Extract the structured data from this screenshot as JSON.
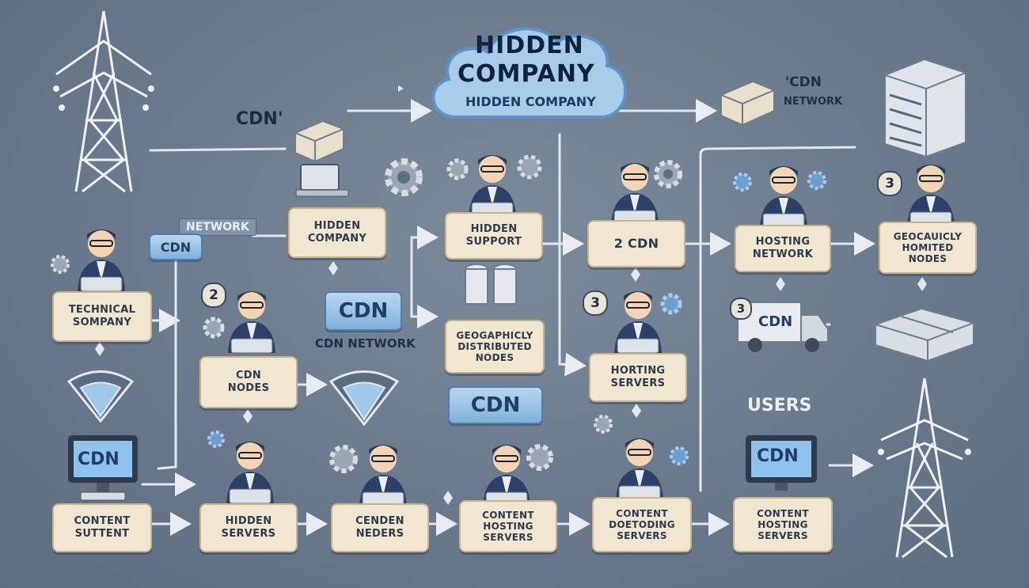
{
  "cloud": {
    "title_line1": "HIDDEN",
    "title_line2": "COMPANY",
    "subtitle": "HIDDEN COMPANY"
  },
  "labels": {
    "cdn_top_left": "CDN'",
    "cdn_network_top_right_1": "'CDN",
    "cdn_network_top_right_2": "NETWORK",
    "network_tag": "NETWORK",
    "network_tag_small": "NETWORK",
    "cdn_tag": "CDN",
    "cdn_network_caption": "CDN NETWORK",
    "users": "USERS"
  },
  "numbers": {
    "n2_left": "2",
    "n3_mid": "3",
    "n3_truck": "3",
    "n3_right": "3"
  },
  "pills": {
    "cdn_center": "CDN",
    "cdn_center_lower": "CDN"
  },
  "monitors": {
    "left": "CDN",
    "right": "CDN"
  },
  "truck": {
    "label": "CDN"
  },
  "boxes": {
    "hidden_company": [
      "HIDDEN",
      "COMPANY"
    ],
    "hidden_support": [
      "HIDDEN",
      "SUPPORT"
    ],
    "cdn_2": [
      "2 CDN"
    ],
    "hosting_network": [
      "HOSTING",
      "NETWORK"
    ],
    "geo_right": [
      "GEOCAUICLY",
      "HOMITED",
      "NODES"
    ],
    "technical_company": [
      "TECHNICAL",
      "SOMPANY"
    ],
    "cdn_nodes": [
      "CDN",
      "NODES"
    ],
    "geo_mid": [
      "GEOGAPHICLY",
      "DISTRIBUTED",
      "NODES"
    ],
    "hosting_servers": [
      "HORTING",
      "SERVERS"
    ],
    "content_suttent": [
      "CONTENT",
      "SUTTENT"
    ],
    "hidden_servers": [
      "HIDDEN",
      "SERVERS"
    ],
    "cenden_neders": [
      "CENDEN",
      "NEDERS"
    ],
    "content_hosting_servers_a": [
      "CONTENT",
      "HOSTING",
      "SERVERS"
    ],
    "content_decoding": [
      "CONTENT",
      "DOETODING",
      "SERVERS"
    ],
    "content_hosting_servers_b": [
      "CONTENT",
      "HOSTING",
      "SERVERS"
    ]
  }
}
